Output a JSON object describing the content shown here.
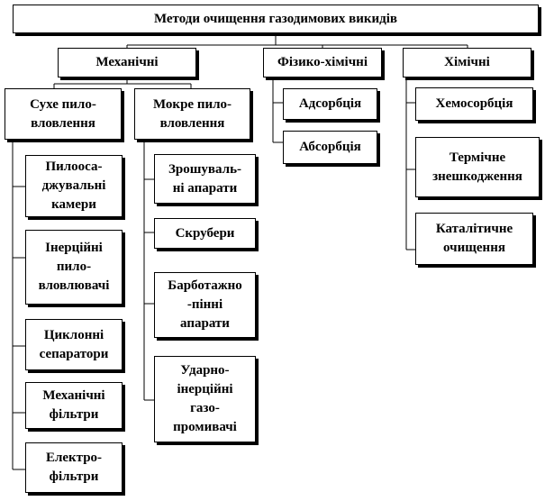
{
  "root": "Методи очищення газодимових викидів",
  "categories": {
    "mechanical": {
      "label": "Механічні",
      "dry": {
        "label": "Сухе пило-\nвловлення",
        "items": [
          "Пилооса-\nджувальні\nкамери",
          "Інерційні\nпило-\nвловлювачі",
          "Циклонні\nсепаратори",
          "Механічні\nфільтри",
          "Електро-\nфільтри"
        ]
      },
      "wet": {
        "label": "Мокре  пило-\nвловлення",
        "items": [
          "Зрошуваль-\nні апарати",
          "Скрубери",
          "Барботажно\n-пінні\nапарати",
          "Ударно-\nінерційні\nгазо-\nпромивачі"
        ]
      }
    },
    "physchem": {
      "label": "Фізико-хімічні",
      "items": [
        "Адсорбція",
        "Абсорбція"
      ]
    },
    "chemical": {
      "label": "Хімічні",
      "items": [
        "Хемосорбція",
        "Термічне\nзнешкодження",
        "Каталітичне\nочищення"
      ]
    }
  }
}
